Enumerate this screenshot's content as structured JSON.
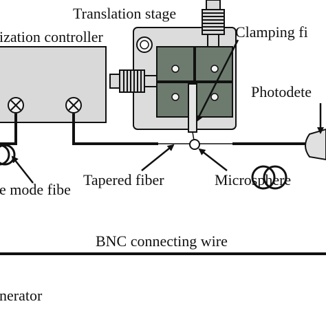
{
  "labels": {
    "translation_stage": "Translation stage",
    "polarization_controller": "ization controller",
    "clamping_fiber": "Clamping fi",
    "photodetector": "Photodete",
    "tapered_fiber": "Tapered fiber",
    "microsphere": "Microsphere",
    "single_mode_fiber": "e mode fibe",
    "bnc_wire": "BNC connecting wire",
    "generator": "nerator"
  },
  "colors": {
    "box_fill": "#d9d9d9",
    "block_fill": "#6d7b6e",
    "stroke": "#111111"
  }
}
